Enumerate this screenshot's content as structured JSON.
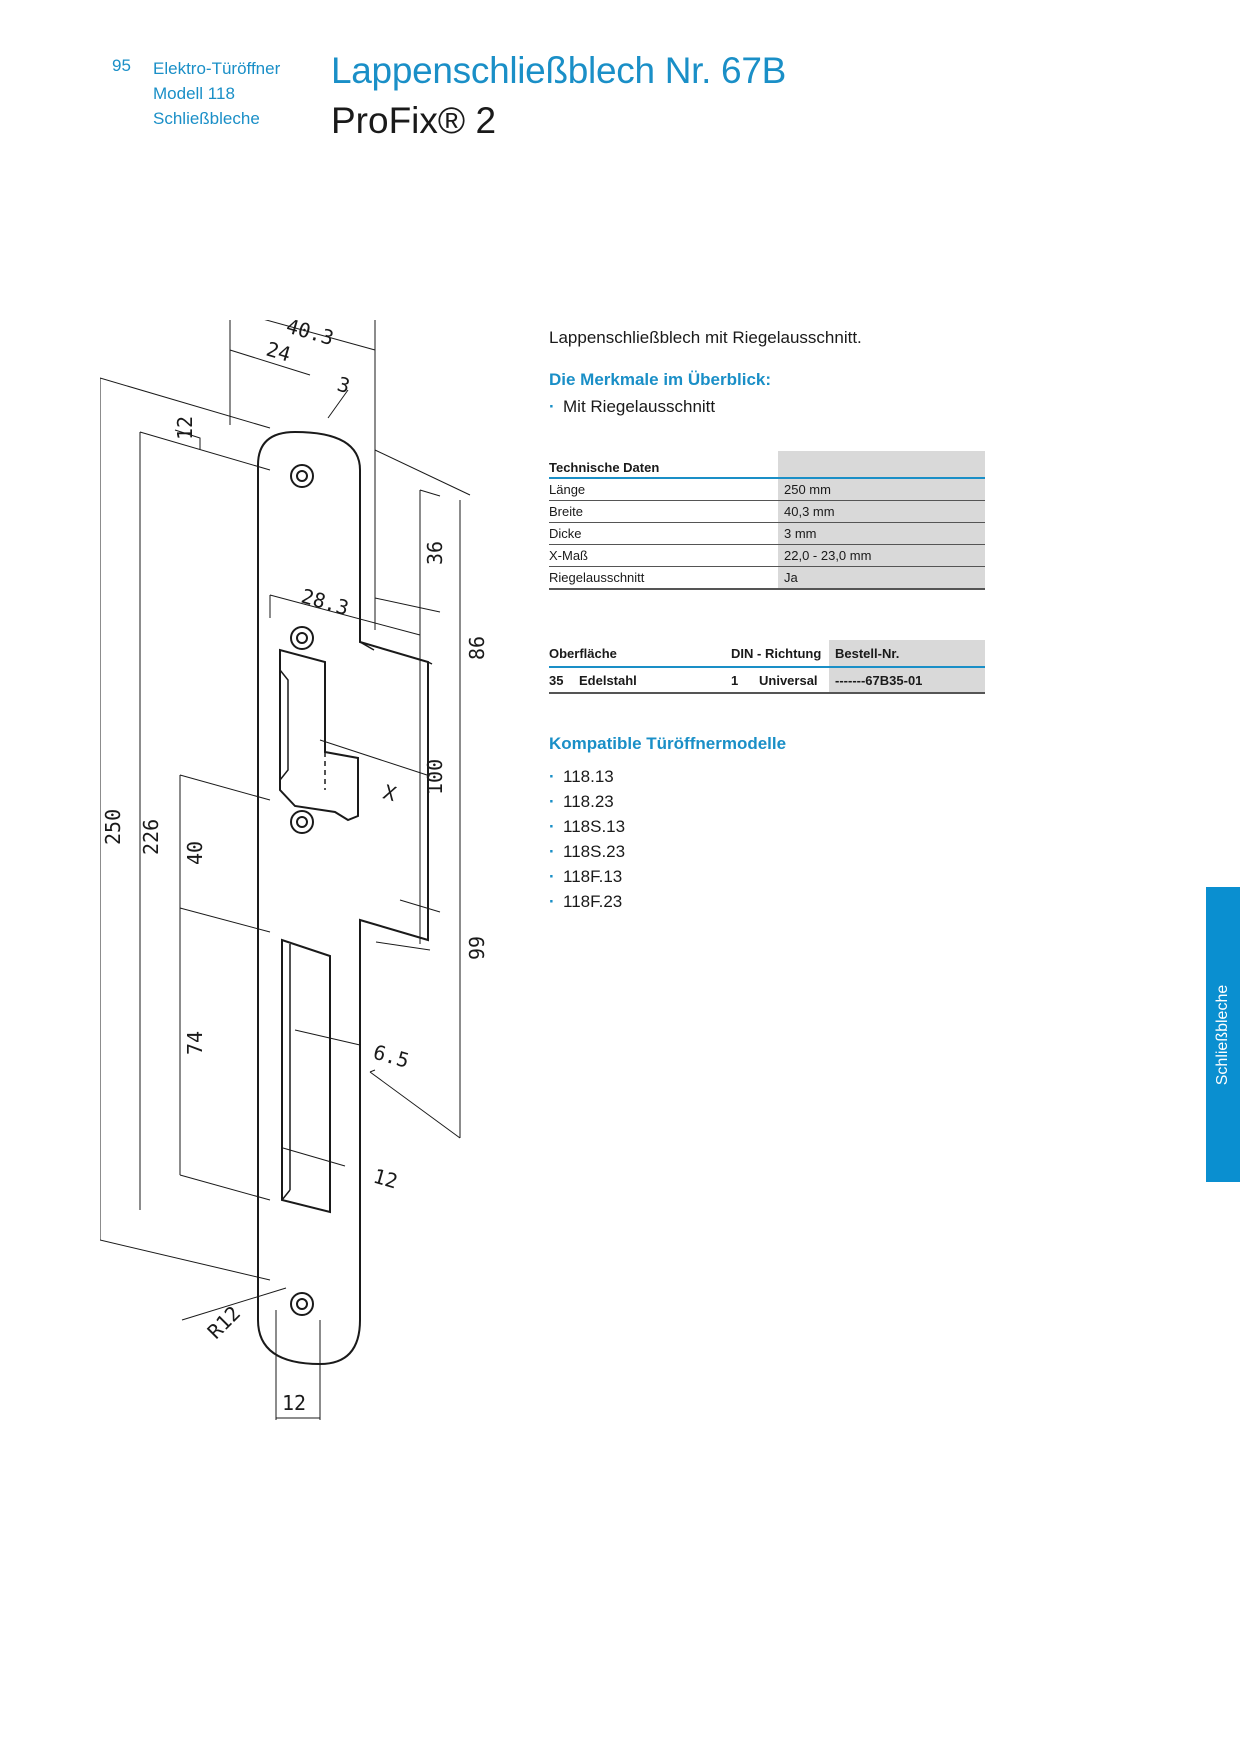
{
  "header": {
    "page_number": "95",
    "section_lines": [
      "Elektro-Türöffner",
      "Modell 118",
      "Schließbleche"
    ],
    "title": "Lappenschließblech Nr. 67B",
    "subtitle": "ProFix® 2"
  },
  "drawing": {
    "dimensions": {
      "width_total": "40.3",
      "width_tab": "24",
      "thickness": "3",
      "top_offset": "12",
      "total_length": "250",
      "hole_spacing": "226",
      "d36": "36",
      "d86": "86",
      "d100": "100",
      "d99": "99",
      "d28": "28.3",
      "x_label": "X",
      "d40": "40",
      "d74": "74",
      "d6_5": "6.5",
      "d12_lower": "12",
      "radius": "R12",
      "d12_bottom": "12"
    }
  },
  "intro": "Lappenschließblech mit Riegelausschnitt.",
  "features": {
    "heading": "Die Merkmale im Überblick:",
    "items": [
      "Mit Riegelausschnitt"
    ]
  },
  "tech_table": {
    "header": "Technische Daten",
    "rows": [
      {
        "label": "Länge",
        "value": "250 mm"
      },
      {
        "label": "Breite",
        "value": "40,3 mm"
      },
      {
        "label": "Dicke",
        "value": "3 mm"
      },
      {
        "label": "X-Maß",
        "value": "22,0 - 23,0 mm"
      },
      {
        "label": "Riegelausschnitt",
        "value": "Ja"
      }
    ]
  },
  "order_table": {
    "headers": {
      "surface": "Oberfläche",
      "din": "DIN - Richtung",
      "order_no": "Bestell-Nr."
    },
    "row": {
      "code": "35",
      "surface": "Edelstahl",
      "din_code": "1",
      "din": "Universal",
      "order_no": "-------67B35-01"
    }
  },
  "compat": {
    "heading": "Kompatible Türöffnermodelle",
    "items": [
      "118.13",
      "118.23",
      "118S.13",
      "118S.23",
      "118F.13",
      "118F.23"
    ]
  },
  "side_tab": {
    "label": "Schließbleche",
    "color": "#0a8fd0"
  }
}
